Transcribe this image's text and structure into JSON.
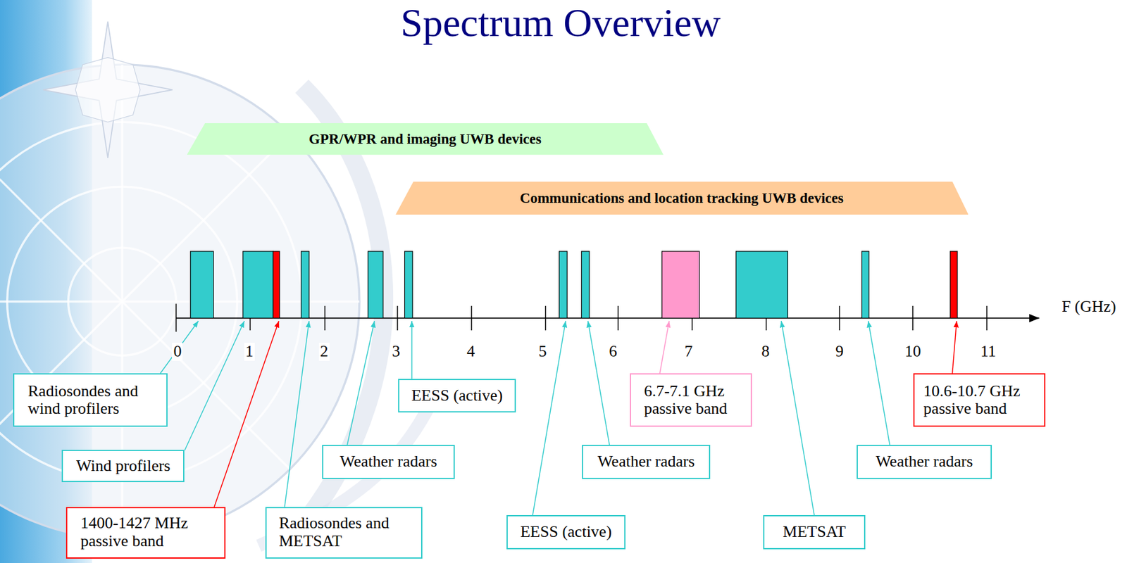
{
  "diagram": {
    "title": "Spectrum Overview",
    "nodes": [
      {
        "text": [
          "GPR/WPR and imaging UWB devices"
        ]
      },
      {
        "text": [
          "Communications and location tracking UWB devices"
        ]
      },
      {
        "text": [
          "Radiosondes and wind profilers"
        ]
      },
      {
        "text": [
          "EESS (active)"
        ]
      },
      {
        "text": [
          "6.7-7.1 GHz passive band"
        ]
      },
      {
        "text": [
          "10.6-10.7 GHz passive band"
        ]
      },
      {
        "text": [
          "Wind profilers"
        ]
      },
      {
        "text": [
          "Weather radars"
        ]
      },
      {
        "text": [
          "Weather radars"
        ]
      },
      {
        "text": [
          "Weather radars"
        ]
      },
      {
        "text": [
          "1400-1427 MHz passive band"
        ]
      },
      {
        "text": [
          "Radiosondes and METSAT"
        ]
      },
      {
        "text": [
          "EESS (active)"
        ]
      },
      {
        "text": [
          "METSAT"
        ]
      }
    ],
    "labels": [
      "0",
      "1",
      "2",
      "3",
      "4",
      "5",
      "6",
      "7",
      "8",
      "9",
      "10",
      "11",
      "F (GHz)"
    ]
  }
}
